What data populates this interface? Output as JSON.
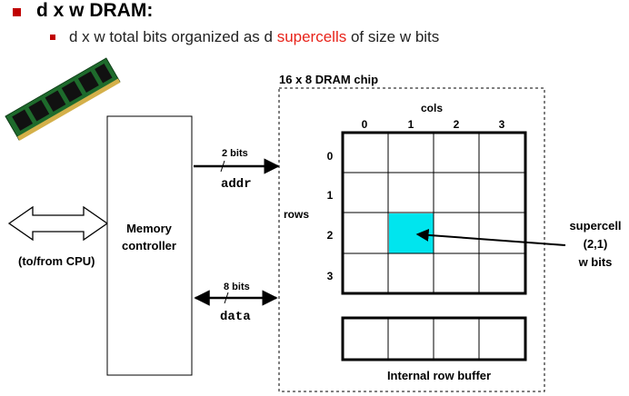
{
  "heading": {
    "title": "d x w DRAM:",
    "desc_part1": "d x w total bits organized as d ",
    "desc_highlight": "supercells",
    "desc_part2": " of size w bits",
    "bullet_color": "#c00000",
    "highlight_color": "#e8231a"
  },
  "diagram": {
    "chip_title": "16 x 8 DRAM chip",
    "cols_label": "cols",
    "rows_label": "rows",
    "col_indices": [
      "0",
      "1",
      "2",
      "3"
    ],
    "row_indices": [
      "0",
      "1",
      "2",
      "3"
    ],
    "memory_controller": [
      "Memory",
      "controller"
    ],
    "cpu_label": "(to/from CPU)",
    "addr_width": "2 bits",
    "addr_label": "addr",
    "data_width": "8 bits",
    "data_label": "data",
    "supercell_label": [
      "supercell",
      "(2,1)",
      "w bits"
    ],
    "selected_cell": {
      "row": 2,
      "col": 1
    },
    "selected_color": "#00e5ee",
    "row_buffer_label": "Internal row buffer",
    "module_image": "dram-memory-module"
  }
}
